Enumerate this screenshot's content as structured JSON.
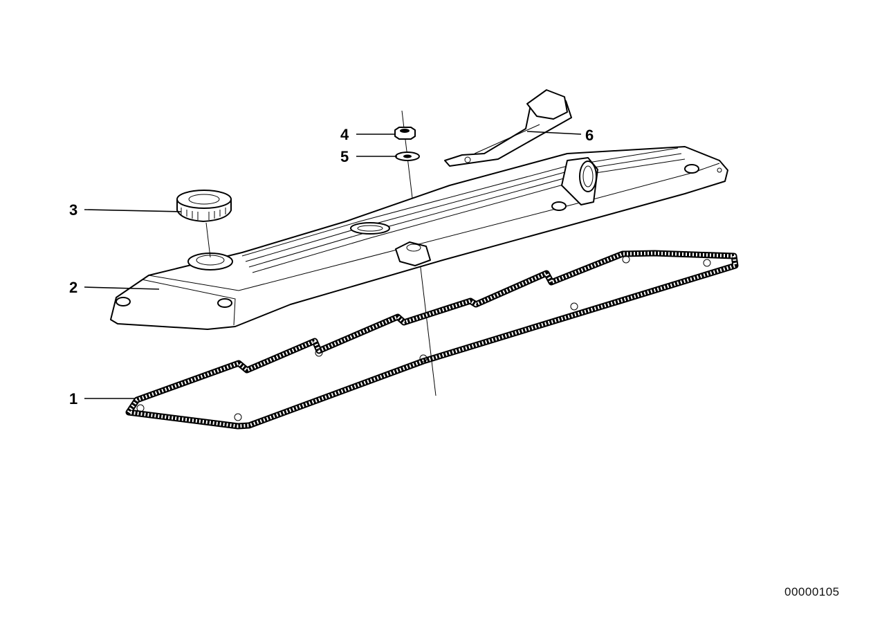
{
  "diagram": {
    "callouts": [
      {
        "id": "1",
        "label": "1"
      },
      {
        "id": "2",
        "label": "2"
      },
      {
        "id": "3",
        "label": "3"
      },
      {
        "id": "4",
        "label": "4"
      },
      {
        "id": "5",
        "label": "5"
      },
      {
        "id": "6",
        "label": "6"
      }
    ],
    "document_number": "00000105"
  },
  "colors": {
    "ink": "#000000",
    "background": "#ffffff"
  }
}
